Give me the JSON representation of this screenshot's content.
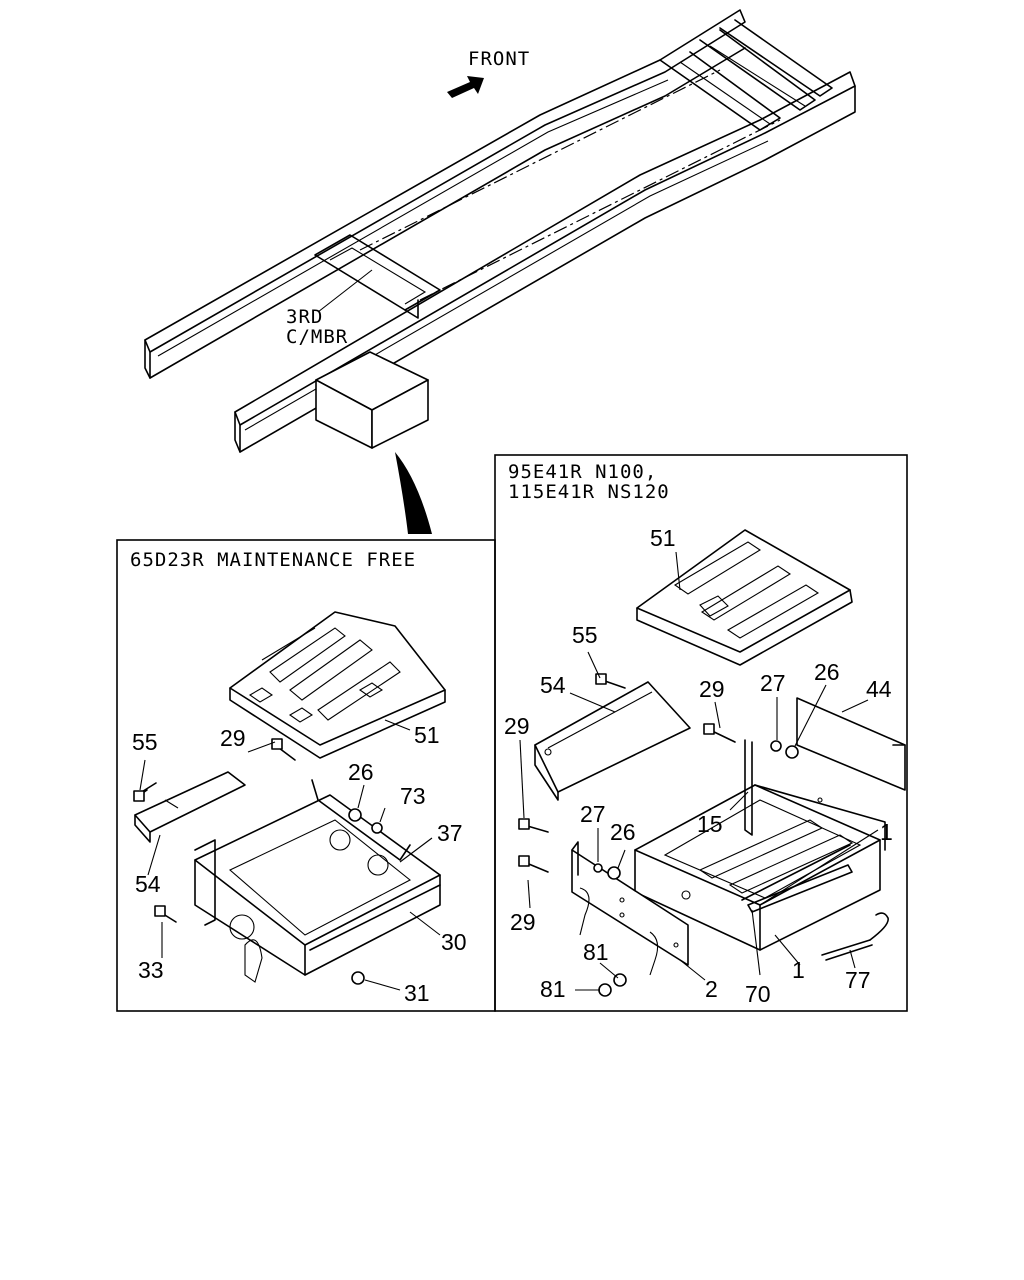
{
  "header": {
    "front_label": "FRONT",
    "crossmember_label_line1": "3RD",
    "crossmember_label_line2": "C/MBR"
  },
  "left_panel": {
    "title": "65D23R MAINTENANCE FREE",
    "callouts": [
      "51",
      "55",
      "29",
      "26",
      "73",
      "37",
      "54",
      "30",
      "33",
      "31"
    ]
  },
  "right_panel": {
    "title_line1": "95E41R N100,",
    "title_line2": "115E41R NS120",
    "callouts": [
      "51",
      "55",
      "54",
      "29",
      "27",
      "26",
      "44",
      "29",
      "15",
      "27",
      "26",
      "1",
      "29",
      "81",
      "81",
      "2",
      "70",
      "1",
      "77"
    ]
  }
}
